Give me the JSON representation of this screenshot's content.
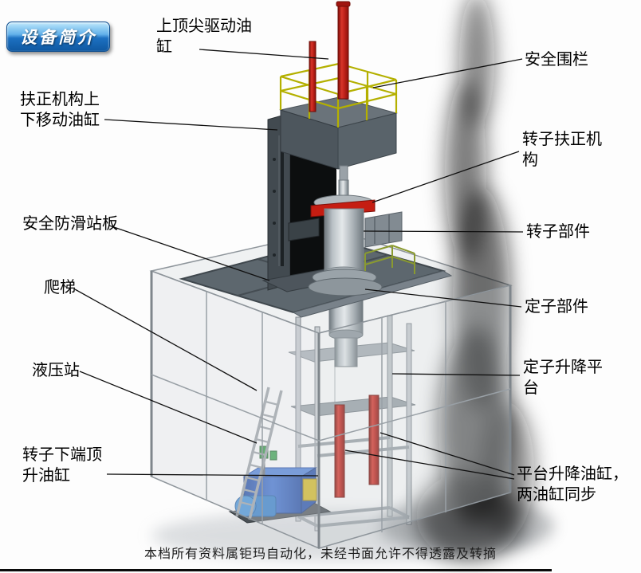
{
  "badge": {
    "label": "设备简介"
  },
  "labels": [
    {
      "id": "top-center-drive-cylinder",
      "text": "上顶尖驱动油缸"
    },
    {
      "id": "safety-fence",
      "text": "安全围栏"
    },
    {
      "id": "centering-mechanism-lift-cylinder",
      "text": "扶正机构上下移动油缸"
    },
    {
      "id": "rotor-centering-mechanism",
      "text": "转子扶正机构"
    },
    {
      "id": "anti-slip-standing-plate",
      "text": "安全防滑站板"
    },
    {
      "id": "rotor-component",
      "text": "转子部件"
    },
    {
      "id": "ladder",
      "text": "爬梯"
    },
    {
      "id": "stator-component",
      "text": "定子部件"
    },
    {
      "id": "hydraulic-station",
      "text": "液压站"
    },
    {
      "id": "stator-lift-platform",
      "text": "定子升降平台"
    },
    {
      "id": "rotor-bottom-jack-cylinder",
      "text": "转子下端顶升油缸"
    },
    {
      "id": "platform-lift-cylinders",
      "text": "平台升降油缸，两油缸同步"
    }
  ],
  "footer": {
    "text": "本档所有资料属钜玛自动化，未经书面允许不得透露及转摘"
  },
  "colors": {
    "badge_top": "#bde7fb",
    "badge_bottom": "#0f58a1",
    "cylinder_red": "#c41f12",
    "railing_yellow": "#b9b400",
    "hydraulic_blue": "#2a5fc0",
    "frame_dark": "#434b51",
    "platform_gray": "#5d676e"
  }
}
